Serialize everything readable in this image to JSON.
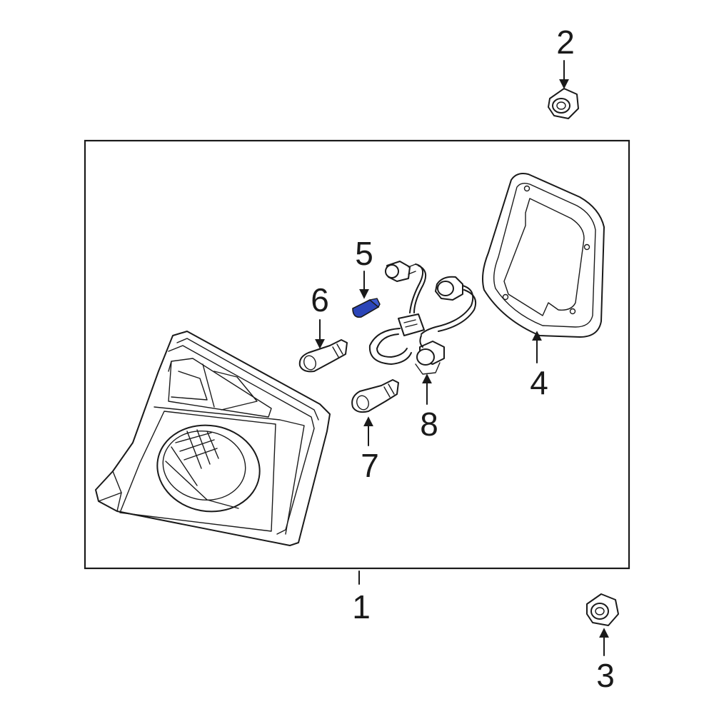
{
  "callouts": {
    "c1": "1",
    "c2": "2",
    "c3": "3",
    "c4": "4",
    "c5": "5",
    "c6": "6",
    "c7": "7",
    "c8": "8"
  },
  "colors": {
    "line": "#1a1a1a",
    "highlight": "#2b45b8",
    "background": "#ffffff"
  }
}
